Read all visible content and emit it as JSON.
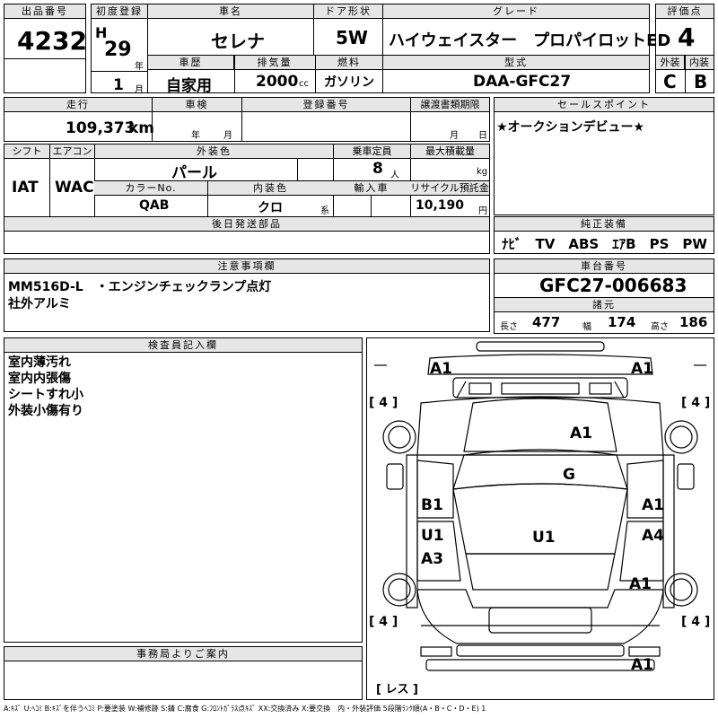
{
  "headers": {
    "lot_no": "出品番号",
    "first_reg": "初度登録",
    "model": "車名",
    "doors": "ドア形状",
    "grade": "グレード",
    "score": "評価点",
    "history": "車歴",
    "displacement": "排気量",
    "fuel": "燃料",
    "type": "型式",
    "exterior": "外装",
    "interior": "内装",
    "mileage": "走行",
    "inspection": "車検",
    "reg_no": "登録番号",
    "transfer_deadline": "譲渡書類期限",
    "sales_point": "セールスポイント",
    "shift": "シフト",
    "aircon": "エアコン",
    "ext_color": "外装色",
    "capacity": "乗車定員",
    "max_load": "最大積載量",
    "color_no": "カラーNo.",
    "int_color": "内装色",
    "import": "輸入車",
    "recycle": "リサイクル預託金",
    "later_parts": "後日発送部品",
    "genuine_equip": "純正装備",
    "notes": "注意事項欄",
    "chassis_no": "車台番号",
    "specs": "諸元",
    "inspector": "検査員記入欄",
    "office": "事務局よりご案内"
  },
  "vehicle": {
    "lot_no": "4232",
    "era": "H",
    "year": "29",
    "year_unit": "年",
    "month": "1",
    "month_unit": "月",
    "model": "セレナ",
    "doors": "5W",
    "grade": "ハイウェイスター　プロパイロットED",
    "score": "4",
    "history": "自家用",
    "displacement": "2000",
    "displacement_unit": "cc",
    "fuel": "ガソリン",
    "type": "DAA-GFC27",
    "exterior_grade": "C",
    "interior_grade": "B",
    "mileage": "109,373",
    "mileage_unit": "km",
    "inspection_year_unit": "年",
    "inspection_month_unit": "月",
    "deadline_month_unit": "月",
    "deadline_day_unit": "日",
    "sales_point": "★オークションデビュー★",
    "shift": "IAT",
    "aircon": "WAC",
    "ext_color": "パール",
    "capacity": "8",
    "capacity_unit": "人",
    "load_unit": "kg",
    "color_no": "QAB",
    "int_color": "クロ",
    "int_color_unit": "系",
    "recycle": "10,190",
    "recycle_unit": "円",
    "equipment": "ﾅﾋﾞ　TV　ABS　ｴｱB　PS　PW",
    "notes_line1": "MM516D-L　・エンジンチェックランプ点灯",
    "notes_line2": "社外アルミ",
    "chassis_no": "GFC27-006683",
    "length_label": "長さ",
    "length": "477",
    "width_label": "幅",
    "width": "174",
    "height_label": "高さ",
    "height": "186"
  },
  "inspector_notes": [
    "室内薄汚れ",
    "室内内張傷",
    "シートすれ小",
    "外装小傷有り"
  ],
  "diagram": {
    "front_left": "A1",
    "front_right": "A1",
    "hood": "A1",
    "windshield": "G",
    "left_front_door": "B1",
    "right_front_door": "A1",
    "left_rear_door": "U1",
    "roof": "U1",
    "right_rear_door": "A4",
    "left_rear_quarter": "A3",
    "right_rear_quarter": "A1",
    "rear": "A1",
    "tire_fl": "[ 4 ]",
    "tire_fr": "[ 4 ]",
    "tire_rl": "[ 4 ]",
    "tire_rr": "[ 4 ]",
    "spare": "[ レス ]"
  },
  "legend": "A:ｷｽﾞ U:ﾍｺﾐ B:ｷｽﾞを伴うﾍｺﾐ P:要塗装 W:補修跡 S:錆 C:腐食 G:ﾌﾛﾝﾄｶﾞﾗｽ点ｷｽﾞ XX:交換済み X:要交換　内・外装評価 5段階ﾗﾝｸ順(A・B・C・D・E) 1"
}
